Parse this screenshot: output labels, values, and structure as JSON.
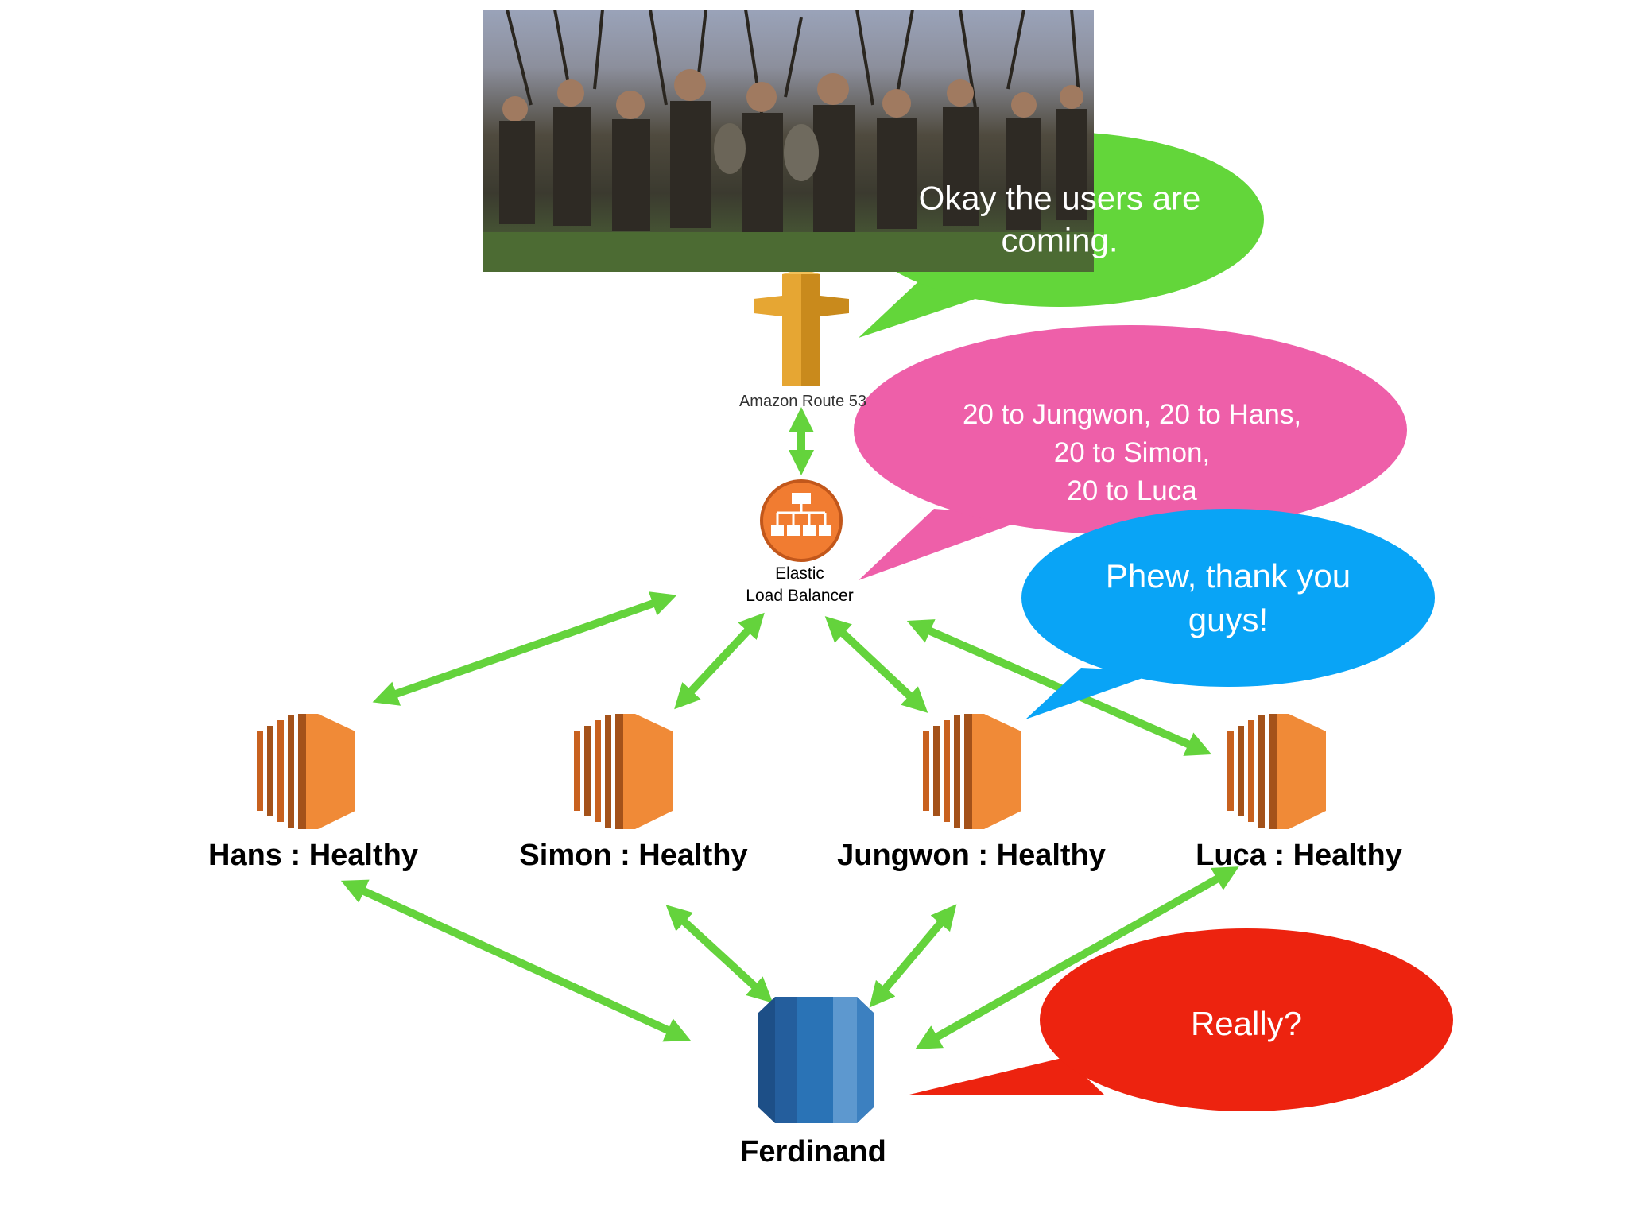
{
  "colors": {
    "arrow": "#64d33c",
    "bubble_green": "#63d63a",
    "bubble_pink": "#ee5fa9",
    "bubble_blue": "#09a4f6",
    "bubble_red": "#ed230f",
    "server_orange": "#f08a37",
    "server_dark": "#a4521a",
    "route53_gold": "#e6a633",
    "elb_orange": "#f17c31",
    "db_blue": "#2a73b6"
  },
  "route53": {
    "label": "Amazon Route 53",
    "icon": "route53-signpost-icon"
  },
  "elb": {
    "label_line1": "Elastic",
    "label_line2": "Load Balancer",
    "icon": "load-balancer-icon"
  },
  "servers": [
    {
      "label": "Hans : Healthy",
      "icon": "ec2-instance-icon"
    },
    {
      "label": "Simon : Healthy",
      "icon": "ec2-instance-icon"
    },
    {
      "label": "Jungwon : Healthy",
      "icon": "ec2-instance-icon"
    },
    {
      "label": "Luca : Healthy",
      "icon": "ec2-instance-icon"
    }
  ],
  "database": {
    "label": "Ferdinand",
    "icon": "rds-database-icon"
  },
  "bubbles": {
    "green": "Okay the users are coming.",
    "pink_line1": "20 to Jungwon, 20 to Hans,",
    "pink_line2": "20 to Simon,",
    "pink_line3": "20 to Luca",
    "blue": "Phew, thank you guys!",
    "red": "Really?"
  },
  "photo": {
    "icon": "crowd-charging-photo"
  }
}
